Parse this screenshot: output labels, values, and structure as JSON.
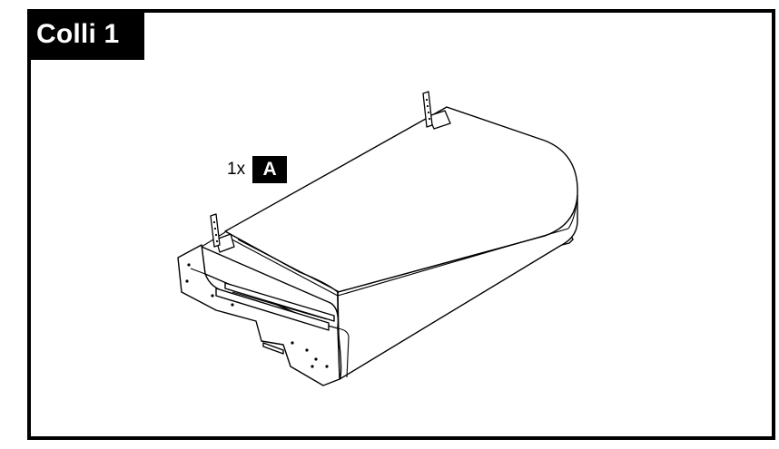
{
  "header": {
    "title": "Colli 1"
  },
  "part": {
    "quantity_label": "1x",
    "letter": "A"
  },
  "icons": {
    "illustration": "bed-base-drawer-illustration"
  },
  "colors": {
    "frame": "#000000",
    "title_bg": "#000000",
    "title_text": "#ffffff"
  }
}
